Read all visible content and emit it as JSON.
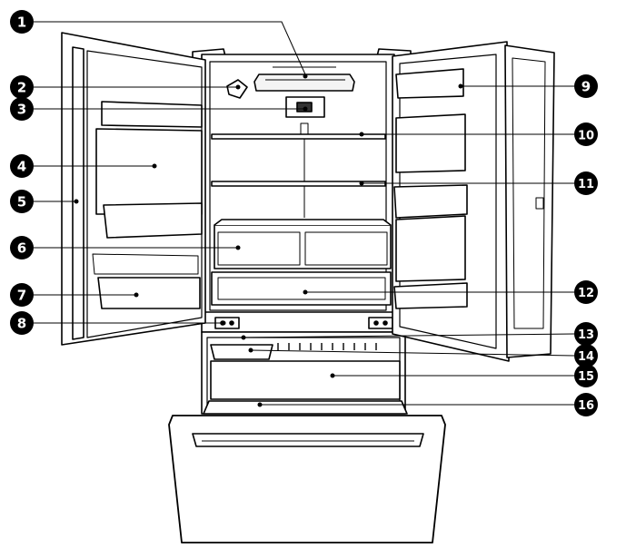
{
  "diagram": {
    "subject": "french-door-refrigerator-parts",
    "callouts": [
      {
        "label": "1"
      },
      {
        "label": "2"
      },
      {
        "label": "3"
      },
      {
        "label": "4"
      },
      {
        "label": "5"
      },
      {
        "label": "6"
      },
      {
        "label": "7"
      },
      {
        "label": "8"
      },
      {
        "label": "9"
      },
      {
        "label": "10"
      },
      {
        "label": "11"
      },
      {
        "label": "12"
      },
      {
        "label": "13"
      },
      {
        "label": "14"
      },
      {
        "label": "15"
      },
      {
        "label": "16"
      }
    ]
  }
}
